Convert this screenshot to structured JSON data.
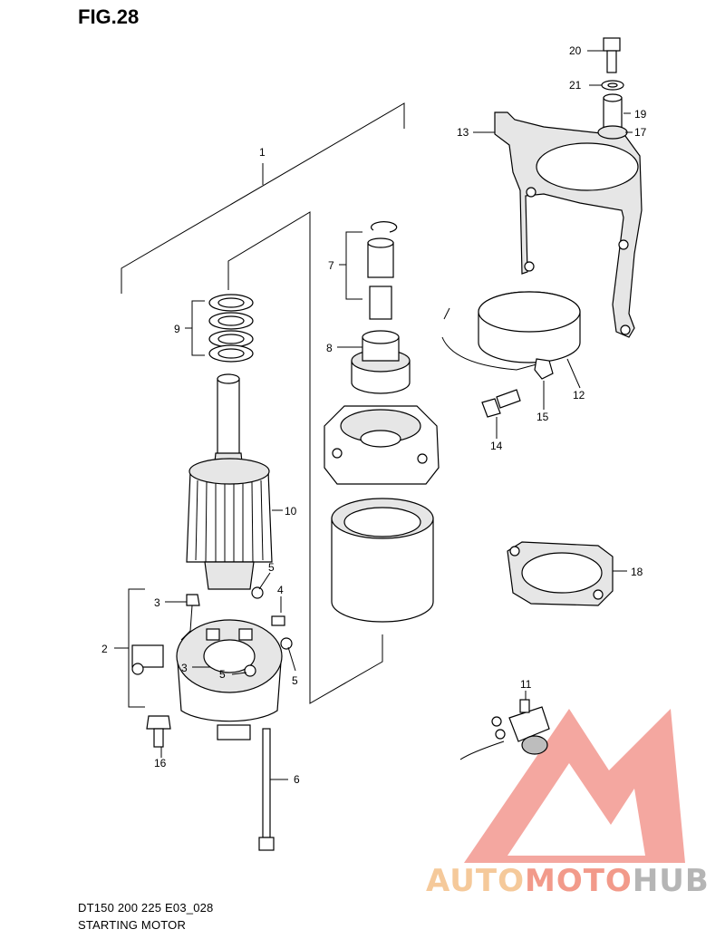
{
  "figure": {
    "title": "FIG.28",
    "model_code": "DT150 200 225 E03_028",
    "name": "STARTING MOTOR"
  },
  "callouts": [
    {
      "id": "c1",
      "label": "1"
    },
    {
      "id": "c2",
      "label": "2"
    },
    {
      "id": "c3a",
      "label": "3"
    },
    {
      "id": "c3b",
      "label": "3"
    },
    {
      "id": "c4",
      "label": "4"
    },
    {
      "id": "c5a",
      "label": "5"
    },
    {
      "id": "c5b",
      "label": "5"
    },
    {
      "id": "c5c",
      "label": "5"
    },
    {
      "id": "c6",
      "label": "6"
    },
    {
      "id": "c7",
      "label": "7"
    },
    {
      "id": "c8",
      "label": "8"
    },
    {
      "id": "c9",
      "label": "9"
    },
    {
      "id": "c10",
      "label": "10"
    },
    {
      "id": "c11",
      "label": "11"
    },
    {
      "id": "c12",
      "label": "12"
    },
    {
      "id": "c13",
      "label": "13"
    },
    {
      "id": "c14",
      "label": "14"
    },
    {
      "id": "c15",
      "label": "15"
    },
    {
      "id": "c16",
      "label": "16"
    },
    {
      "id": "c17",
      "label": "17"
    },
    {
      "id": "c18",
      "label": "18"
    },
    {
      "id": "c19",
      "label": "19"
    },
    {
      "id": "c20",
      "label": "20"
    },
    {
      "id": "c21",
      "label": "21"
    }
  ],
  "watermark": {
    "part_a": "AUTO",
    "part_b": "MOTO",
    "part_c": "HUB",
    "colors": {
      "a": "#f5c99a",
      "b": "#f29a8a",
      "c": "#b5b5b5",
      "logo": "#f08a80"
    }
  }
}
